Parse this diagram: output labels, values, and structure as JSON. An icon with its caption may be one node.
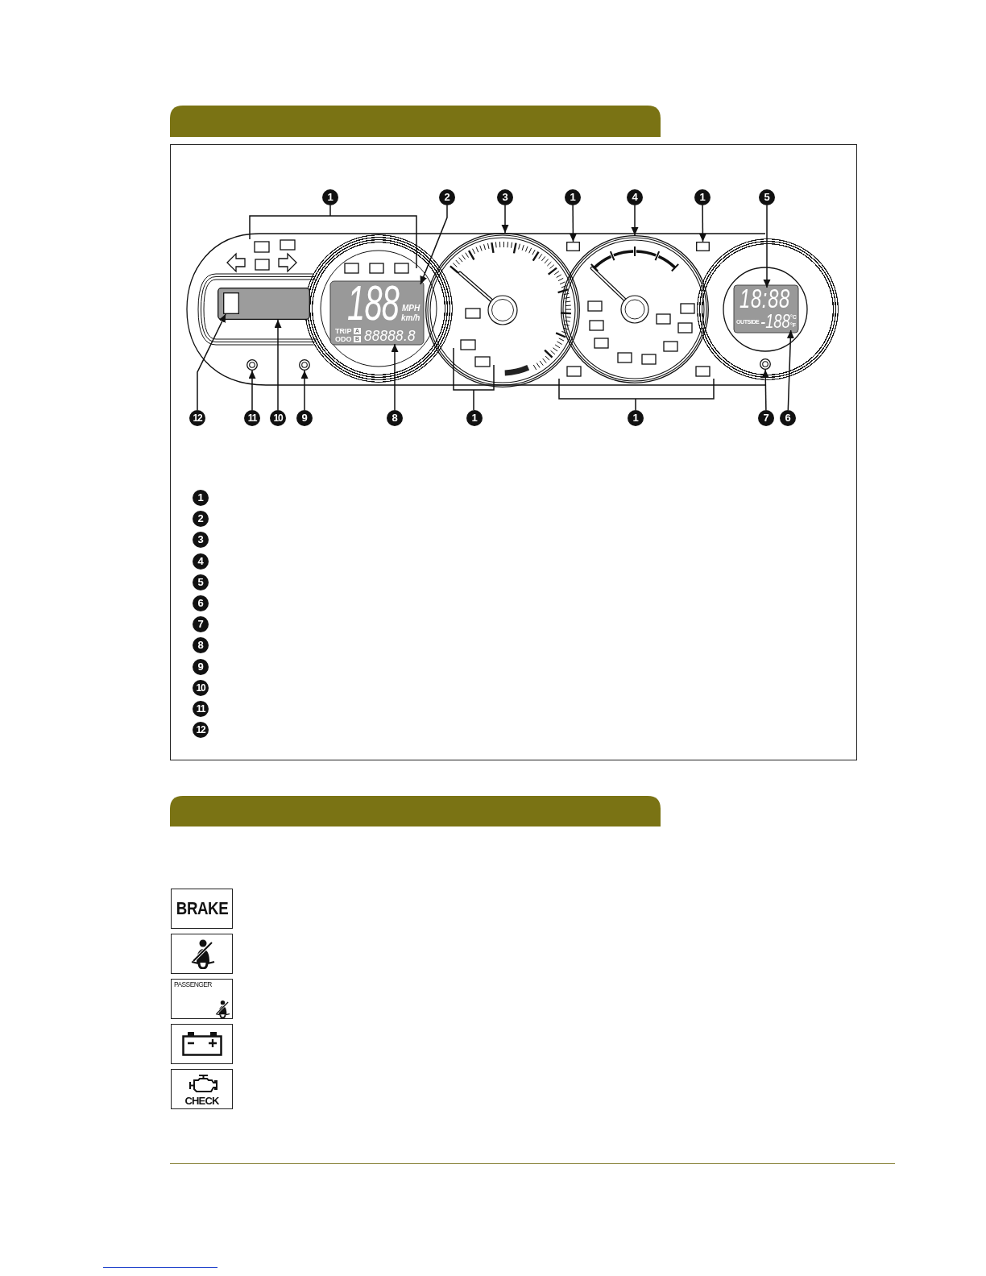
{
  "diagram": {
    "nodes": [
      {
        "text": [
          "1"
        ]
      },
      {
        "text": [
          "2"
        ]
      },
      {
        "text": [],
        "shape": "circle"
      },
      {
        "text": [
          "188",
          "MPH",
          "km/h"
        ],
        "in": 2
      },
      {
        "text": [
          "3"
        ]
      },
      {
        "text": [],
        "shape": "circle"
      },
      {
        "text": [
          "1"
        ]
      },
      {
        "text": [],
        "shape": "box"
      },
      {
        "text": [
          "4"
        ]
      },
      {
        "text": [],
        "shape": "circle"
      },
      {
        "text": [
          "1"
        ]
      },
      {
        "text": [],
        "shape": "box"
      },
      {
        "text": [
          "5"
        ]
      },
      {
        "text": [],
        "shape": "circle"
      },
      {
        "text": [
          "18:88"
        ],
        "in": 13
      },
      {
        "text": [],
        "shape": "box"
      },
      {
        "text": [],
        "shape": "box",
        "in": 15
      },
      {
        "text": [
          "12"
        ]
      },
      {
        "text": [
          "11"
        ]
      },
      {
        "text": [],
        "shape": "circle"
      },
      {
        "text": [
          "10"
        ]
      },
      {
        "text": [
          "9"
        ]
      },
      {
        "text": [],
        "shape": "circle"
      },
      {
        "text": [
          "8"
        ]
      },
      {
        "text": [
          "TRIP",
          "A",
          "ODO",
          "B",
          "88888.8"
        ],
        "in": 2
      },
      {
        "text": [
          "1"
        ]
      },
      {
        "text": [
          "1"
        ]
      },
      {
        "text": [
          "7"
        ]
      },
      {
        "text": [],
        "shape": "circle",
        "in": 13
      },
      {
        "text": [
          "6"
        ]
      },
      {
        "text": [
          "OUTSIDE",
          "-188",
          "°C",
          "°F"
        ],
        "in": 13
      },
      {
        "text": [
          "1"
        ]
      },
      {
        "text": [
          "2"
        ]
      },
      {
        "text": [
          "3"
        ]
      },
      {
        "text": [
          "4"
        ]
      },
      {
        "text": [
          "5"
        ]
      },
      {
        "text": [
          "6"
        ]
      },
      {
        "text": [
          "7"
        ]
      },
      {
        "text": [
          "8"
        ]
      },
      {
        "text": [
          "9"
        ]
      },
      {
        "text": [
          "10"
        ]
      },
      {
        "text": [
          "11"
        ]
      },
      {
        "text": [
          "12"
        ]
      }
    ],
    "edges": [
      {
        "from": 1,
        "to": 3,
        "arrow": "to"
      },
      {
        "from": 4,
        "to": 5,
        "arrow": "to"
      },
      {
        "from": 6,
        "to": 7,
        "arrow": "to"
      },
      {
        "from": 8,
        "to": 9,
        "arrow": "to"
      },
      {
        "from": 10,
        "to": 11,
        "arrow": "to"
      },
      {
        "from": 12,
        "to": 14,
        "arrow": "to"
      },
      {
        "from": 17,
        "to": 16,
        "arrow": "to"
      },
      {
        "from": 18,
        "to": 19,
        "arrow": "to"
      },
      {
        "from": 20,
        "to": 15,
        "arrow": "to"
      },
      {
        "from": 21,
        "to": 22,
        "arrow": "to"
      },
      {
        "from": 23,
        "to": 24,
        "arrow": "to"
      },
      {
        "from": 27,
        "to": 28,
        "arrow": "to"
      },
      {
        "from": 29,
        "to": 30,
        "arrow": "to"
      }
    ],
    "labels": [
      "BRAKE",
      "PASSENGER",
      "CHECK"
    ]
  }
}
